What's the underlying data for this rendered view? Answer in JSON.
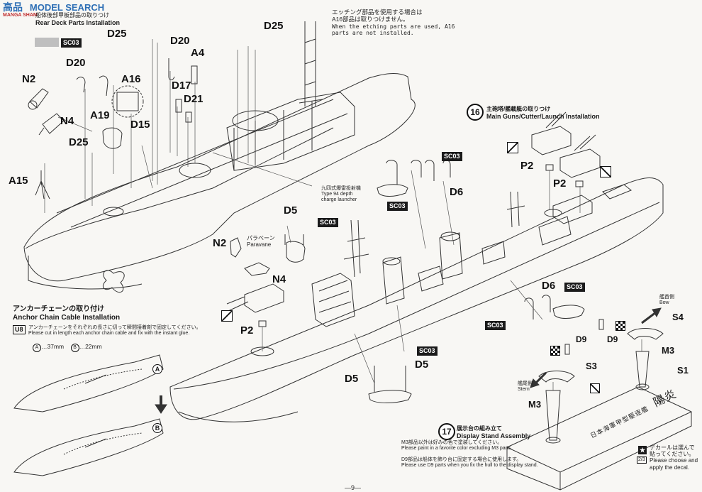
{
  "watermark": {
    "logo_text": "高品",
    "logo_sub": "MANGA SHAM",
    "brand": "MODEL SEARCH"
  },
  "section15": {
    "title_jp": "船体後部甲板部品の取りつけ",
    "title_en": "Rear Deck Parts Installation"
  },
  "etching_note": {
    "jp_line1": "エッチング部品を使用する場合は",
    "jp_line2": "A16部品は取りつけません。",
    "en_line1": "When the etching parts are used, A16",
    "en_line2": "parts are not installed."
  },
  "section16": {
    "number": "16",
    "title_jp": "主砲塔/艦載艇の取りつけ",
    "title_en": "Main Guns/Cutter/Launch Installation"
  },
  "section17": {
    "number": "17",
    "title_jp": "展示台の組み立て",
    "title_en": "Display Stand Assembly"
  },
  "anchor": {
    "title_jp": "アンカーチェーンの取り付け",
    "title_en": "Anchor Chain Cable Installation",
    "part": "U8",
    "inst_jp": "アンカーチェーンをそれぞれの長さに切って瞬間接着剤で固定してください。",
    "inst_en": "Please cut in length each anchor chain cable and fix with the instant glue.",
    "len_a_mark": "A",
    "len_a": "…37mm",
    "len_b_mark": "B",
    "len_b": "…22mm"
  },
  "launcher_note": {
    "jp": "九四式爆雷投射機",
    "en1": "Type 94 depth",
    "en2": "charge launcher"
  },
  "paravane": {
    "jp": "パラベーン",
    "en": "Paravane"
  },
  "bow": {
    "jp": "艦首側",
    "en": "Bow"
  },
  "stern": {
    "jp": "艦尾側",
    "en": "Stern"
  },
  "m3_note": {
    "jp": "M3部品以外は好みの色で塗装してください。",
    "en": "Please paint in a favorite color excluding M3 parts."
  },
  "d9_note": {
    "jp": "D9部品は船体を飾り台に固定する場合に使用します。",
    "en": "Please use D9 parts when you fix the hull to the display stand."
  },
  "decal_note": {
    "jp1": "デカールは選んで",
    "jp2": "貼ってください。",
    "en1": "Please choose and",
    "en2": "apply the decal."
  },
  "stand_plate": {
    "line1": "日本海軍甲型駆逐艦",
    "line2": "陽炎"
  },
  "sc03": "SC03",
  "page_number": "—9—",
  "labels": {
    "d25_a": "D25",
    "d25_b": "D25",
    "d25_c": "D25",
    "d20_a": "D20",
    "d20_b": "D20",
    "a4": "A4",
    "a16": "A16",
    "d17": "D17",
    "d21": "D21",
    "n2_a": "N2",
    "n2_b": "N2",
    "n4_a": "N4",
    "n4_b": "N4",
    "a19": "A19",
    "d15": "D15",
    "a15": "A15",
    "d5_a": "D5",
    "d5_b": "D5",
    "d5_c": "D5",
    "p2_a": "P2",
    "p2_b": "P2",
    "p2_c": "P2",
    "d6_a": "D6",
    "d6_b": "D6",
    "d9_a": "D9",
    "d9_b": "D9",
    "s1": "S1",
    "s3": "S3",
    "s4": "S4",
    "m3_a": "M3",
    "m3_b": "M3",
    "circle_a": "A",
    "circle_b": "B",
    "page_fraction": "2/3"
  },
  "colors": {
    "ink": "#1a1a1a",
    "paper": "#f8f7f4",
    "watermark": "#2e6fb5"
  }
}
